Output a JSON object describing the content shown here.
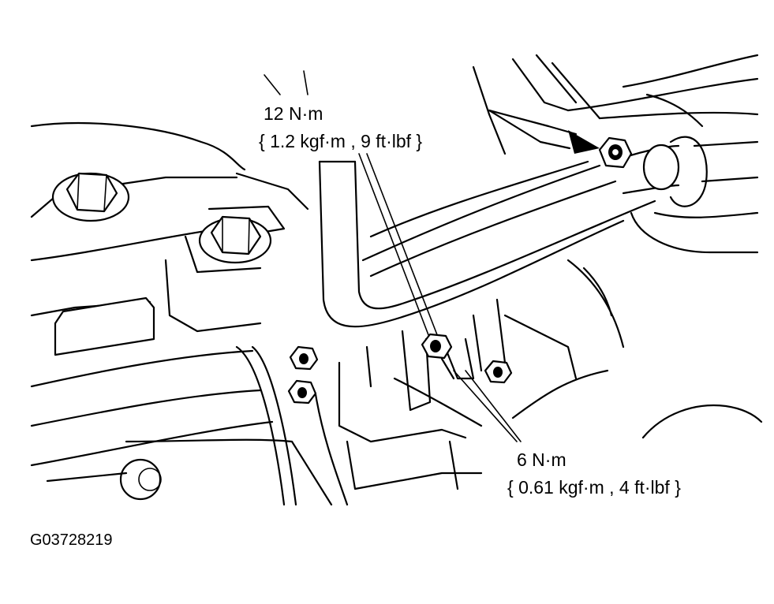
{
  "torque_callouts": [
    {
      "value": "12 N·m",
      "conversion": "{ 1.2 kgf·m , 9 ft·lbf }"
    },
    {
      "value": "6 N·m",
      "conversion": "{ 0.61 kgf·m , 4 ft·lbf }"
    }
  ],
  "figure_code": "G03728219",
  "icons": {
    "arrow": "arrow-icon",
    "bolt": "hex-bolt-icon",
    "nut": "flare-nut-icon"
  }
}
